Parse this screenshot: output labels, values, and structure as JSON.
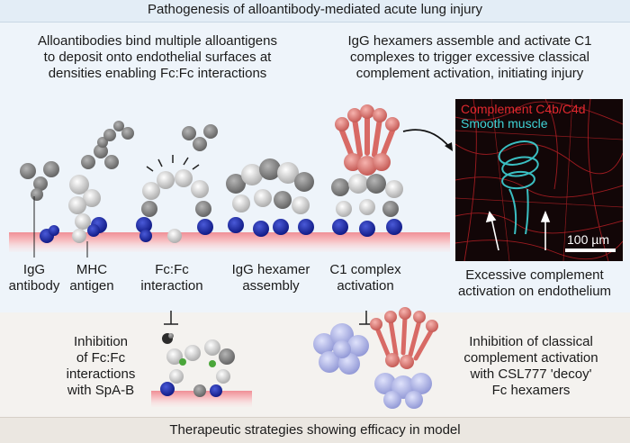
{
  "header": {
    "title": "Pathogenesis of alloantibody-mediated acute lung injury"
  },
  "footer": {
    "title": "Therapeutic strategies showing efficacy in model"
  },
  "upper": {
    "left_text": "Alloantibodies bind multiple alloantigens\nto deposit onto endothelial surfaces at\ndensities enabling Fc:Fc interactions",
    "right_text": "IgG hexamers assemble and activate C1\ncomplexes to trigger excessive classical\ncomplement activation, initiating injury"
  },
  "labels": {
    "igg_antibody": "IgG\nantibody",
    "mhc_antigen": "MHC\nantigen",
    "fcfc_interaction": "Fc:Fc\ninteraction",
    "igg_hexamer": "IgG hexamer\nassembly",
    "c1_complex": "C1 complex\nactivation",
    "excessive_complement": "Excessive complement\nactivation on endothelium"
  },
  "micrograph": {
    "stain_complement": "Complement C4b/C4d",
    "stain_muscle": "Smooth muscle",
    "scale_bar": "100 µm",
    "colors": {
      "complement": "#e0282e",
      "muscle": "#3fd3d6"
    }
  },
  "therapies": {
    "spab_text": "Inhibition\nof Fc:Fc\ninteractions\nwith SpA-B",
    "csl777_text": "Inhibition of classical\ncomplement activation\nwith CSL777 'decoy'\nFc hexamers"
  },
  "colors": {
    "membrane": "#f4a6ab",
    "antigen": "#1f2fb3",
    "antibody_grey": "#8e8e8e",
    "antibody_white": "#f2f2f2",
    "c1_salmon": "#e8837e",
    "decoy_lavender": "#aeb4e8",
    "spab_green": "#4aa63a"
  }
}
